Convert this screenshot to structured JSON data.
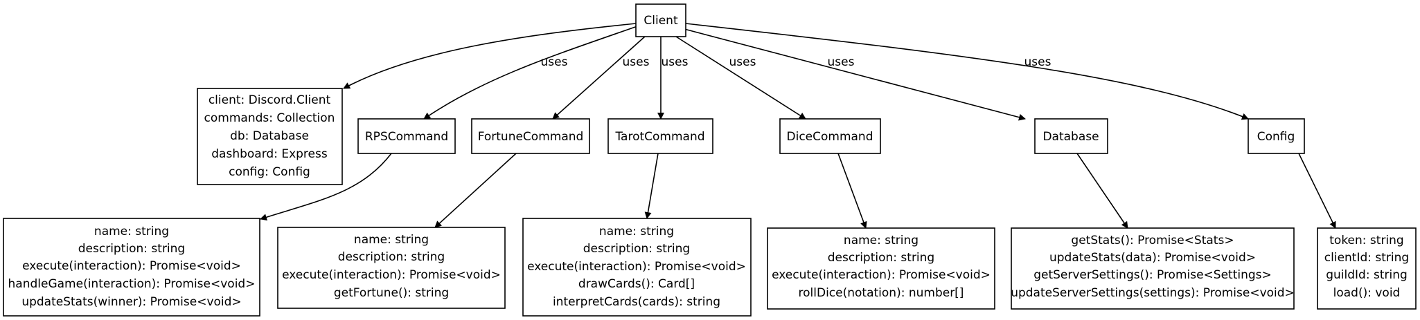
{
  "nodes": {
    "client": "Client",
    "client_props": [
      "client: Discord.Client",
      "commands: Collection",
      "db: Database",
      "dashboard: Express",
      "config: Config"
    ],
    "rps": "RPSCommand",
    "rps_props": [
      "name: string",
      "description: string",
      "execute(interaction): Promise<void>",
      "handleGame(interaction): Promise<void>",
      "updateStats(winner): Promise<void>"
    ],
    "fortune": "FortuneCommand",
    "fortune_props": [
      "name: string",
      "description: string",
      "execute(interaction): Promise<void>",
      "getFortune(): string"
    ],
    "tarot": "TarotCommand",
    "tarot_props": [
      "name: string",
      "description: string",
      "execute(interaction): Promise<void>",
      "drawCards(): Card[]",
      "interpretCards(cards): string"
    ],
    "dice": "DiceCommand",
    "dice_props": [
      "name: string",
      "description: string",
      "execute(interaction): Promise<void>",
      "rollDice(notation): number[]"
    ],
    "database": "Database",
    "database_props": [
      "getStats(): Promise<Stats>",
      "updateStats(data): Promise<void>",
      "getServerSettings(): Promise<Settings>",
      "updateServerSettings(settings): Promise<void>"
    ],
    "config": "Config",
    "config_props": [
      "token: string",
      "clientId: string",
      "guildId: string",
      "load(): void"
    ]
  },
  "edges": {
    "uses": "uses"
  }
}
